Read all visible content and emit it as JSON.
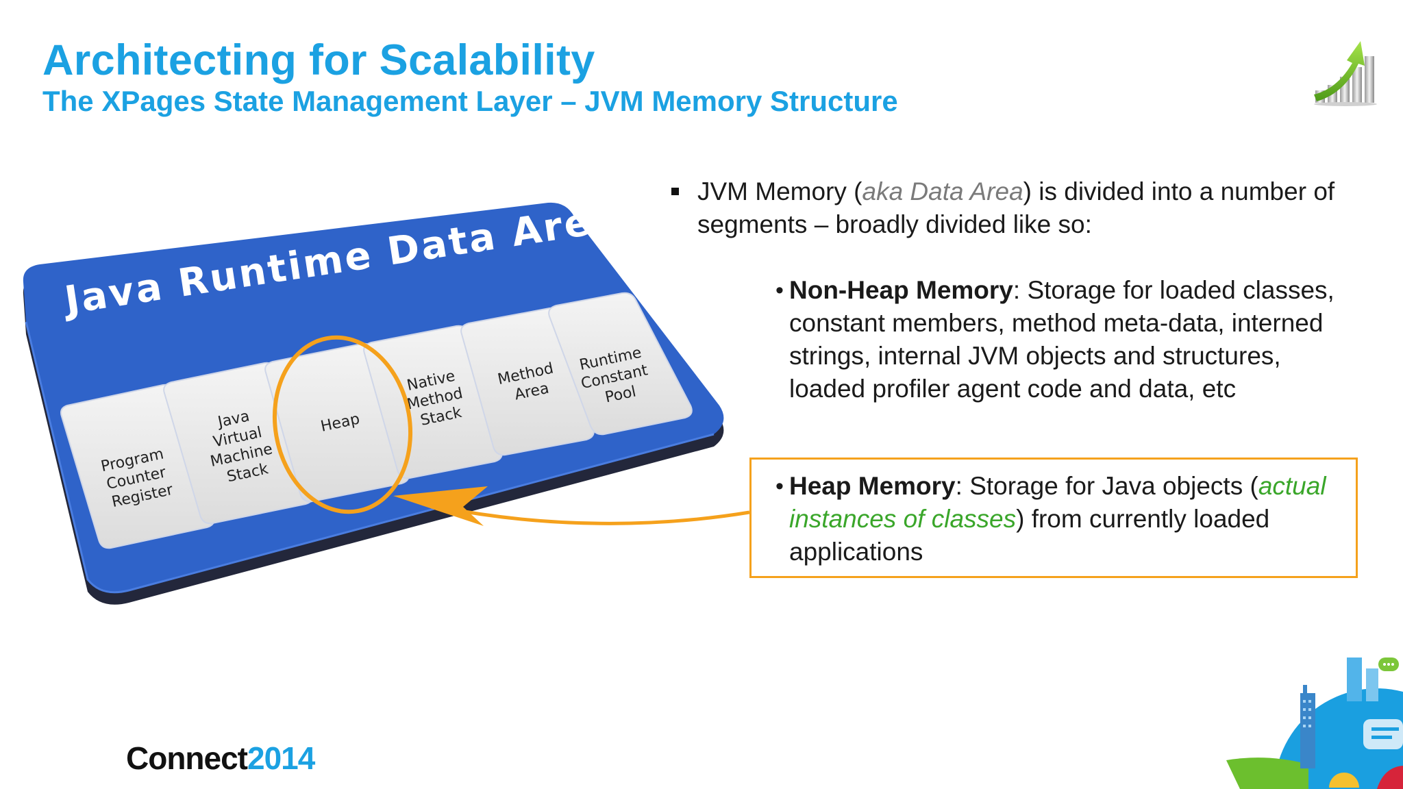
{
  "header": {
    "title": "Architecting for Scalability",
    "subtitle": "The XPages State Management Layer – JVM Memory Structure"
  },
  "diagram": {
    "area_title": "Java Runtime  Data Area",
    "segments": [
      {
        "lines": [
          "Program",
          "Counter",
          "Register"
        ]
      },
      {
        "lines": [
          "Java",
          "Virtual",
          "Machine",
          "Stack"
        ]
      },
      {
        "lines": [
          "Heap"
        ]
      },
      {
        "lines": [
          "Native",
          "Method",
          "Stack"
        ]
      },
      {
        "lines": [
          "Method",
          "Area"
        ]
      },
      {
        "lines": [
          "Runtime",
          "Constant",
          "Pool"
        ]
      }
    ]
  },
  "bullets": {
    "main": {
      "pre": "JVM Memory (",
      "aka": "aka Data Area",
      "post": ") is divided into a number of segments – broadly divided like so:"
    },
    "non_heap": {
      "term": "Non-Heap Memory",
      "text": ": Storage for loaded classes, constant members, method meta-data, interned strings, internal JVM objects and structures, loaded profiler agent code and data, etc"
    },
    "heap": {
      "term": "Heap Memory",
      "text_pre": ": Storage for Java objects (",
      "highlight": "actual instances of classes",
      "text_post": ") from currently loaded applications"
    }
  },
  "footer": {
    "brand_word": "Connect",
    "brand_year": "2014"
  },
  "colors": {
    "accent": "#1ba1e2",
    "highlight_orange": "#f5a11c",
    "panel_blue": "#2f63c9",
    "green_text": "#3aa62a"
  },
  "icons": [
    "growth-chart-icon",
    "city-globe-icon",
    "bullet-square-icon",
    "bullet-dot-icon"
  ]
}
